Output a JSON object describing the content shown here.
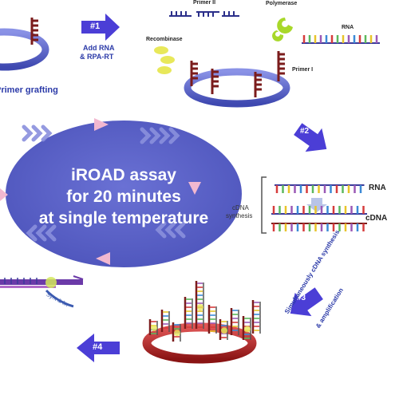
{
  "steps": {
    "step1": {
      "badge": "#1",
      "line1": "Add RNA",
      "line2": "& RPA-RT"
    },
    "step2": {
      "badge": "#2"
    },
    "step3": {
      "badge": "#3",
      "line1": "Simultaneously cDNA synthesis",
      "line2": "& amplification"
    },
    "step4": {
      "badge": "#4"
    }
  },
  "labels": {
    "primer_grafting": "Primer grafting",
    "primer_ii": "Primer II",
    "polymerase": "Polymerase",
    "recombinase": "Recombinase",
    "rna_top": "RNA",
    "primer_i": "Primer I",
    "cdna_synthesis_line1": "cDNA",
    "cdna_synthesis_line2": "synthesis",
    "rna_right": "RNA",
    "cdna_right": "cDNA",
    "amp_text": "Synt & lin"
  },
  "center": {
    "line1": "iROAD assay",
    "line2": "for  20 minutes",
    "line3": "at single temperature"
  },
  "colors": {
    "ring_blue": "#5b66cc",
    "ring_red": "#c02a2a",
    "primer_dark_red": "#7b1c1c",
    "arrow_blue": "#4b3ed6",
    "ellipse_fill": "#5c63c8",
    "label_blue": "#2b3aa8",
    "polymerase_green": "#a8d82a",
    "recombinase_yellow": "#e8e85a",
    "pink_arrow": "#f2b8d0"
  }
}
